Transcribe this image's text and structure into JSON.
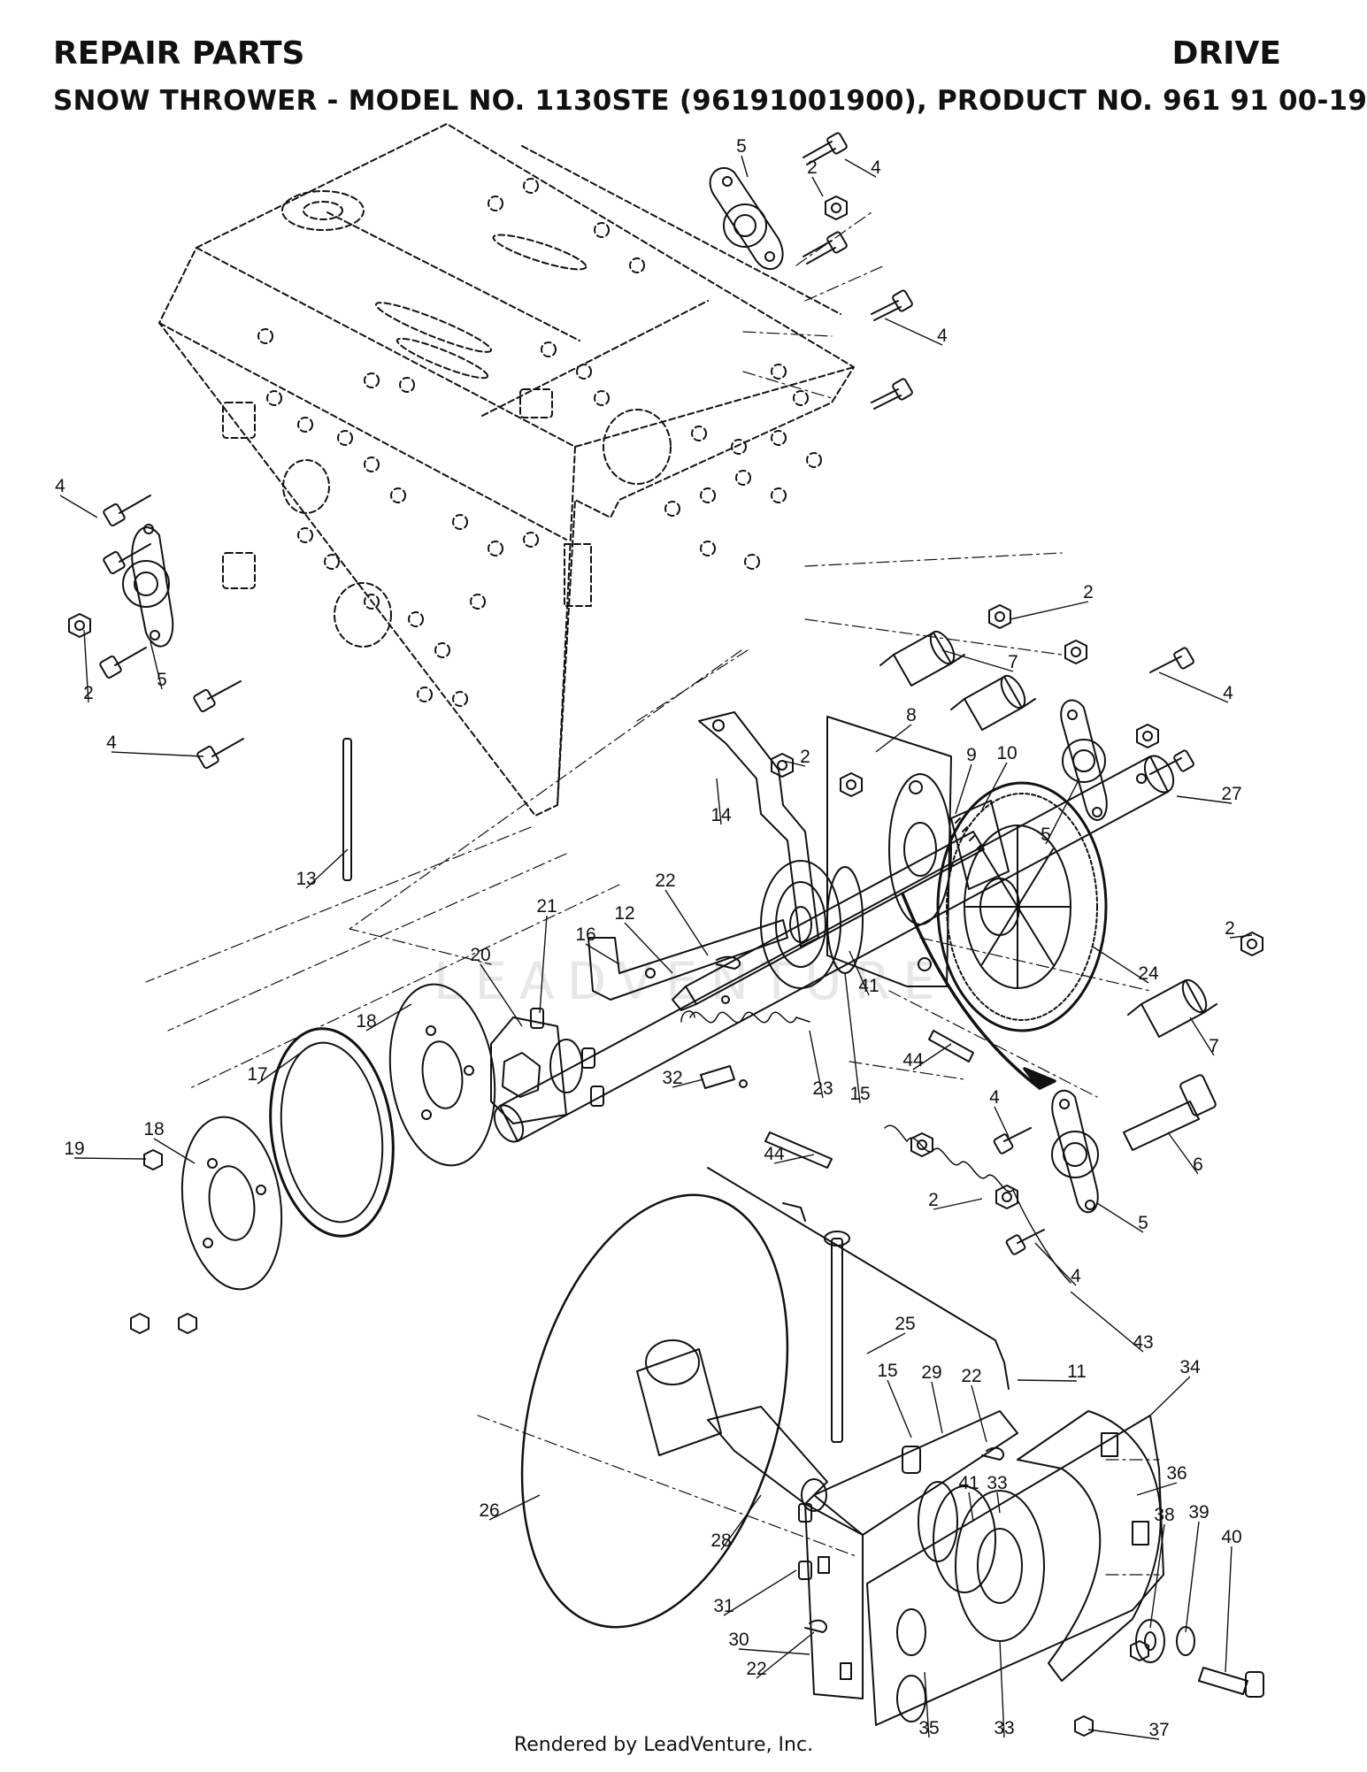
{
  "header": {
    "left": "REPAIR PARTS",
    "right": "DRIVE",
    "sub_prefix": "SNOW THROWER - MODEL NO.",
    "sub_model": "1130STE",
    "sub_suffix": "(96191001900), PRODUCT NO. 961 91 00-19"
  },
  "watermark": "LEADVENTURE",
  "footer": "Rendered by LeadVenture, Inc.",
  "callouts": [
    {
      "label": "5"
    },
    {
      "label": "2"
    },
    {
      "label": "4"
    },
    {
      "label": "4"
    },
    {
      "label": "4"
    },
    {
      "label": "2"
    },
    {
      "label": "5"
    },
    {
      "label": "4"
    },
    {
      "label": "2"
    },
    {
      "label": "7"
    },
    {
      "label": "8"
    },
    {
      "label": "2"
    },
    {
      "label": "4"
    },
    {
      "label": "9"
    },
    {
      "label": "10"
    },
    {
      "label": "5"
    },
    {
      "label": "27"
    },
    {
      "label": "14"
    },
    {
      "label": "13"
    },
    {
      "label": "22"
    },
    {
      "label": "12"
    },
    {
      "label": "16"
    },
    {
      "label": "21"
    },
    {
      "label": "20"
    },
    {
      "label": "41"
    },
    {
      "label": "24"
    },
    {
      "label": "2"
    },
    {
      "label": "7"
    },
    {
      "label": "18"
    },
    {
      "label": "17"
    },
    {
      "label": "32"
    },
    {
      "label": "23"
    },
    {
      "label": "15"
    },
    {
      "label": "44"
    },
    {
      "label": "4"
    },
    {
      "label": "6"
    },
    {
      "label": "18"
    },
    {
      "label": "19"
    },
    {
      "label": "44"
    },
    {
      "label": "2"
    },
    {
      "label": "5"
    },
    {
      "label": "4"
    },
    {
      "label": "43"
    },
    {
      "label": "25"
    },
    {
      "label": "11"
    },
    {
      "label": "34"
    },
    {
      "label": "15"
    },
    {
      "label": "29"
    },
    {
      "label": "22"
    },
    {
      "label": "26"
    },
    {
      "label": "41"
    },
    {
      "label": "33"
    },
    {
      "label": "28"
    },
    {
      "label": "31"
    },
    {
      "label": "36"
    },
    {
      "label": "30"
    },
    {
      "label": "38"
    },
    {
      "label": "39"
    },
    {
      "label": "40"
    },
    {
      "label": "22"
    },
    {
      "label": "35"
    },
    {
      "label": "33"
    },
    {
      "label": "37"
    }
  ]
}
